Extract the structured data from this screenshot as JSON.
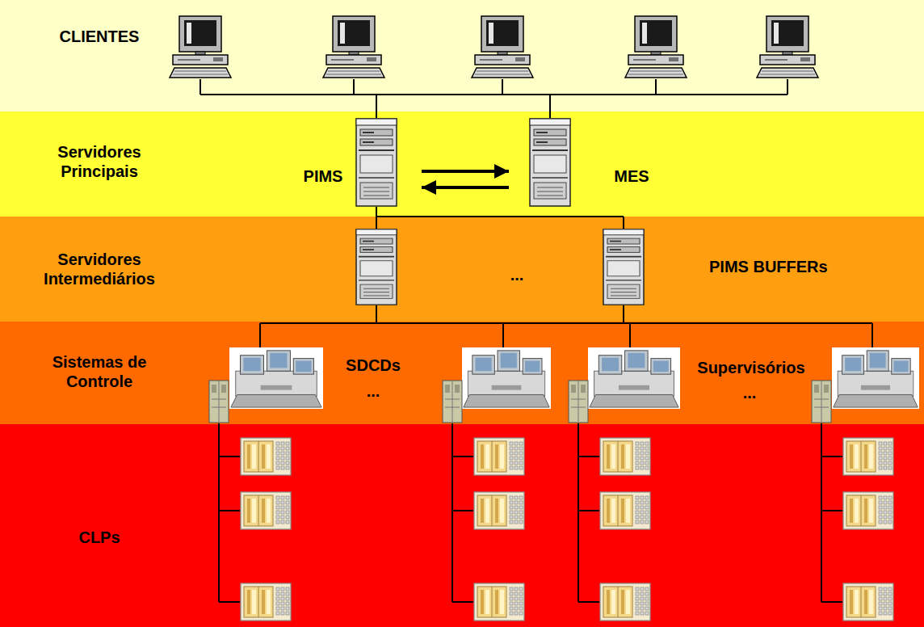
{
  "diagram": {
    "nodes": [
      {
        "text": [
          "CLIENTES"
        ]
      },
      {
        "text": [
          "Servidores Principais"
        ]
      },
      {
        "text": [
          "Servidores Intermediários"
        ]
      },
      {
        "text": [
          "Sistemas de Controle"
        ]
      },
      {
        "text": [
          "CLPs"
        ]
      },
      {
        "text": [
          "PIMS"
        ],
        "in": 1
      },
      {
        "text": [
          "MES"
        ],
        "in": 1
      }
    ],
    "edges": [
      {
        "from": 5,
        "to": 6,
        "arrow": "to"
      },
      {
        "from": 6,
        "to": 5,
        "arrow": "to"
      }
    ],
    "labels": [
      "...",
      "PIMS BUFFERs",
      "SDCDs",
      "...",
      "Supervisórios",
      "..."
    ]
  }
}
